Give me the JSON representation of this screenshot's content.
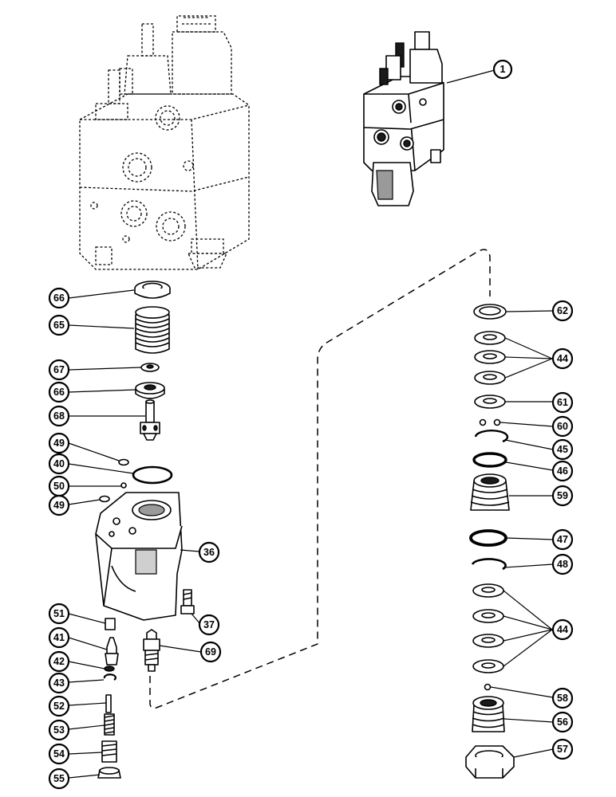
{
  "diagram": {
    "callouts": [
      {
        "id": "c1",
        "label": "1"
      },
      {
        "id": "c66a",
        "label": "66"
      },
      {
        "id": "c65",
        "label": "65"
      },
      {
        "id": "c67",
        "label": "67"
      },
      {
        "id": "c66b",
        "label": "66"
      },
      {
        "id": "c68",
        "label": "68"
      },
      {
        "id": "c49a",
        "label": "49"
      },
      {
        "id": "c40",
        "label": "40"
      },
      {
        "id": "c50",
        "label": "50"
      },
      {
        "id": "c49b",
        "label": "49"
      },
      {
        "id": "c36",
        "label": "36"
      },
      {
        "id": "c37",
        "label": "37"
      },
      {
        "id": "c51",
        "label": "51"
      },
      {
        "id": "c41",
        "label": "41"
      },
      {
        "id": "c42",
        "label": "42"
      },
      {
        "id": "c43",
        "label": "43"
      },
      {
        "id": "c52",
        "label": "52"
      },
      {
        "id": "c53",
        "label": "53"
      },
      {
        "id": "c54",
        "label": "54"
      },
      {
        "id": "c55",
        "label": "55"
      },
      {
        "id": "c69",
        "label": "69"
      },
      {
        "id": "c62",
        "label": "62"
      },
      {
        "id": "c44a",
        "label": "44"
      },
      {
        "id": "c61",
        "label": "61"
      },
      {
        "id": "c60",
        "label": "60"
      },
      {
        "id": "c45",
        "label": "45"
      },
      {
        "id": "c46",
        "label": "46"
      },
      {
        "id": "c59",
        "label": "59"
      },
      {
        "id": "c47",
        "label": "47"
      },
      {
        "id": "c48",
        "label": "48"
      },
      {
        "id": "c44b",
        "label": "44"
      },
      {
        "id": "c58",
        "label": "58"
      },
      {
        "id": "c56",
        "label": "56"
      },
      {
        "id": "c57",
        "label": "57"
      }
    ],
    "icons": {
      "valve_assembly": "valve-assembly-icon",
      "valve_ghost": "valve-outline-icon"
    }
  }
}
